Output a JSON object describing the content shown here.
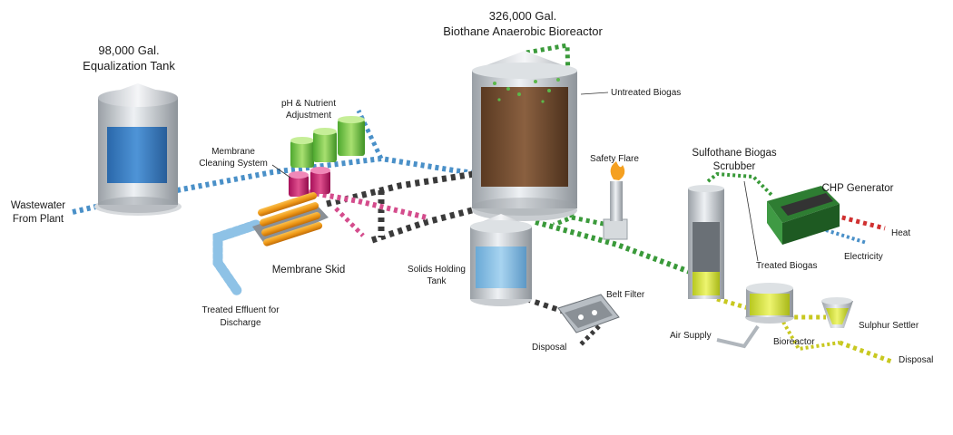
{
  "labels": {
    "eq_tank_line1": "98,000 Gal.",
    "eq_tank_line2": "Equalization Tank",
    "bioreactor_line1": "326,000 Gal.",
    "bioreactor_line2": "Biothane Anaerobic Bioreactor",
    "untreated_biogas": "Untreated Biogas",
    "ph_line1": "pH & Nutrient",
    "ph_line2": "Adjustment",
    "membrane_clean_line1": "Membrane",
    "membrane_clean_line2": "Cleaning System",
    "wastewater_line1": "Wastewater",
    "wastewater_line2": "From Plant",
    "membrane_skid": "Membrane Skid",
    "treated_effluent_line1": "Treated Effluent for",
    "treated_effluent_line2": "Discharge",
    "safety_flare": "Safety Flare",
    "scrubber_line1": "Sulfothane Biogas",
    "scrubber_line2": "Scrubber",
    "chp_generator": "CHP Generator",
    "heat": "Heat",
    "electricity": "Electricity",
    "treated_biogas": "Treated Biogas",
    "solids_line1": "Solids Holding",
    "solids_line2": "Tank",
    "belt_filter": "Belt Filter",
    "disposal_left": "Disposal",
    "air_supply": "Air Supply",
    "bioreactor_small": "Bioreactor",
    "sulphur_settler": "Sulphur Settler",
    "disposal_right": "Disposal"
  },
  "colors": {
    "water_pipe": "#4a90c8",
    "biogas_pipe": "#3a9a3a",
    "sludge_pipe": "#3a3a3a",
    "chemical_pipe": "#d44c8c",
    "sulphur_pipe": "#c8c820",
    "heat_pipe": "#d03030",
    "equipment_green": "#2e7d32",
    "membrane_orange": "#f0a020"
  }
}
